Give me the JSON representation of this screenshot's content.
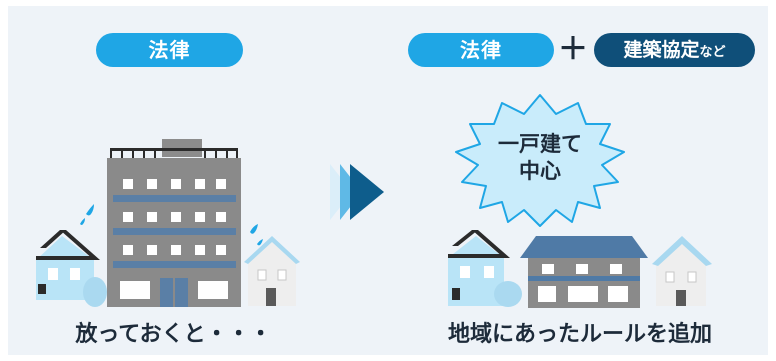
{
  "left": {
    "pill_label": "法律",
    "caption": "放っておくと・・・"
  },
  "right": {
    "pill_label": "法律",
    "plus": "＋",
    "agreement_main": "建築協定",
    "agreement_suffix": "など",
    "burst_line1": "一戸建て",
    "burst_line2": "中心",
    "caption": "地域にあったルールを追加"
  },
  "colors": {
    "pill_blue": "#1fa6e5",
    "agreement_navy": "#0f4f79",
    "building_gray": "#8a8a8a",
    "window_blue": "#5a7fa6",
    "arrow_dark": "#0e5d8c",
    "burst_fill": "#c9ecfb",
    "burst_stroke": "#1fa6e5"
  }
}
